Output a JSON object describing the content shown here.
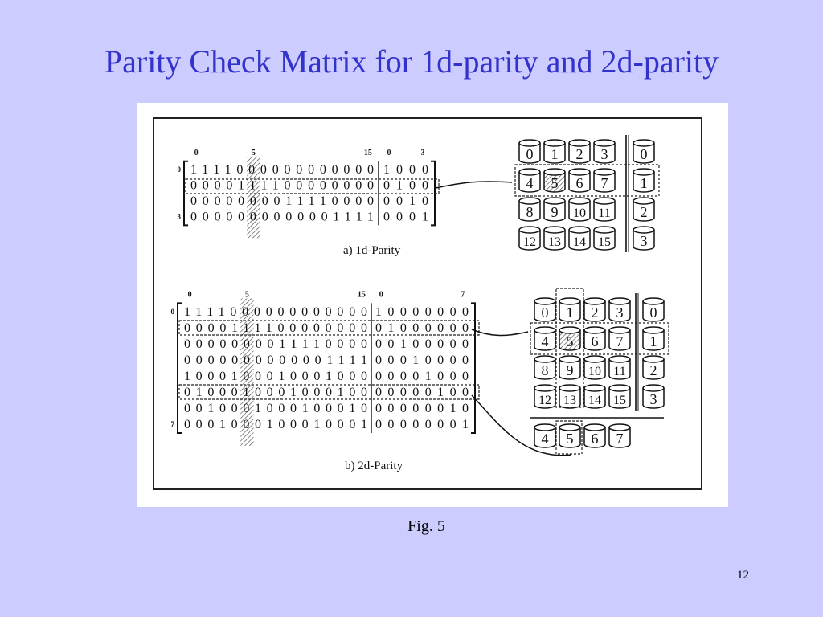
{
  "slide": {
    "title": "Parity Check Matrix for 1d-parity and 2d-parity",
    "caption": "Fig. 5",
    "page_number": "12"
  },
  "fig_1d": {
    "label": "a) 1d-Parity",
    "col_ticks": [
      "0",
      "5",
      "15",
      "0",
      "3"
    ],
    "row_ticks": [
      "0",
      "3"
    ],
    "rows_left": [
      "1111000000000000",
      "0000111100000000",
      "0000000011110000",
      "0000000000001111"
    ],
    "rows_right": [
      "1000",
      "0100",
      "0010",
      "0001"
    ],
    "disks": [
      [
        "0",
        "1",
        "2",
        "3"
      ],
      [
        "4",
        "5",
        "6",
        "7"
      ],
      [
        "8",
        "9",
        "10",
        "11"
      ],
      [
        "12",
        "13",
        "14",
        "15"
      ]
    ],
    "parity_disks": [
      "0",
      "1",
      "2",
      "3"
    ]
  },
  "fig_2d": {
    "label": "b) 2d-Parity",
    "col_ticks": [
      "0",
      "5",
      "15",
      "0",
      "7"
    ],
    "row_ticks": [
      "0",
      "7"
    ],
    "rows_left": [
      "1111000000000000",
      "0000111100000000",
      "0000000011110000",
      "0000000000001111",
      "1000100010001000",
      "0100010001000100",
      "0010001000100010",
      "0001000100010001"
    ],
    "rows_right": [
      "10000000",
      "01000000",
      "00100000",
      "00010000",
      "00001000",
      "00000100",
      "00000010",
      "00000001"
    ],
    "disks": [
      [
        "0",
        "1",
        "2",
        "3"
      ],
      [
        "4",
        "5",
        "6",
        "7"
      ],
      [
        "8",
        "9",
        "10",
        "11"
      ],
      [
        "12",
        "13",
        "14",
        "15"
      ]
    ],
    "parity_disks": [
      "0",
      "1",
      "2",
      "3"
    ],
    "bottom_disks": [
      "4",
      "5",
      "6",
      "7"
    ]
  }
}
